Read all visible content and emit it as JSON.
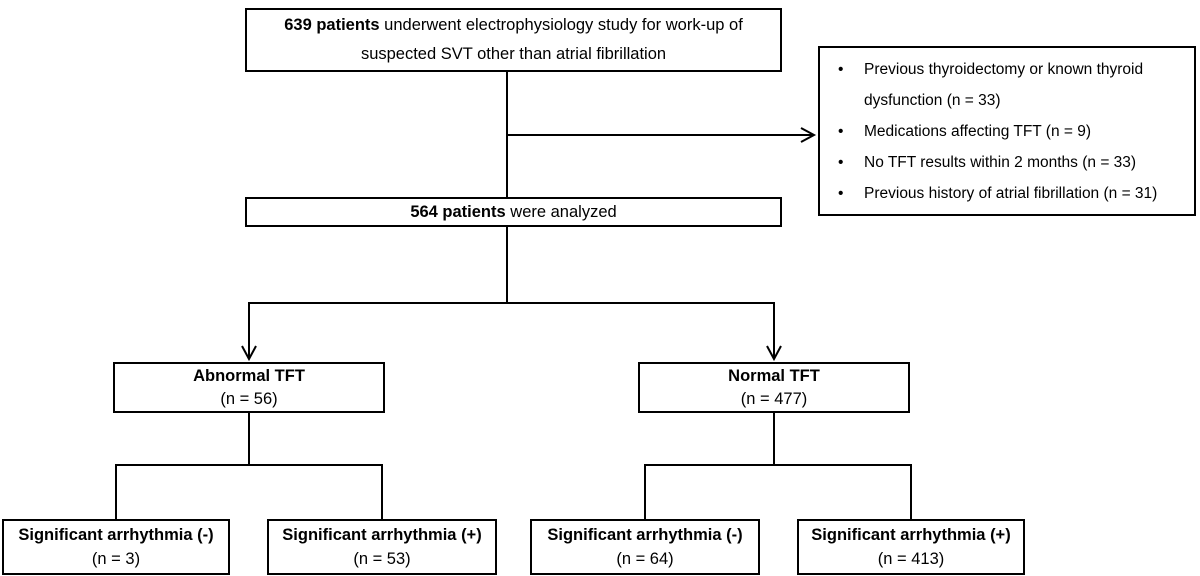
{
  "flow": {
    "enrollment": {
      "count": "639 patients",
      "line1_rest": " underwent electrophysiology study for work-up of",
      "line2": "suspected SVT other than atrial fibrillation"
    },
    "exclusions": {
      "bullet": "•",
      "items": [
        "Previous thyroidectomy or known thyroid dysfunction (n = 33)",
        "Medications affecting TFT (n = 9)",
        "No TFT results within 2 months (n = 33)",
        "Previous history of atrial fibrillation (n = 31)"
      ]
    },
    "analyzed": {
      "count": "564 patients",
      "rest": " were analyzed"
    },
    "branches": {
      "abnormal": {
        "title": "Abnormal TFT",
        "n": "(n = 56)"
      },
      "normal": {
        "title": "Normal TFT",
        "n": "(n = 477)"
      }
    },
    "outcomes": [
      {
        "title": "Significant arrhythmia (-)",
        "n": "(n = 3)"
      },
      {
        "title": "Significant arrhythmia (+)",
        "n": "(n = 53)"
      },
      {
        "title": "Significant arrhythmia (-)",
        "n": "(n = 64)"
      },
      {
        "title": "Significant arrhythmia (+)",
        "n": "(n = 413)"
      }
    ],
    "colors": {
      "line": "#000000",
      "border": "#000000",
      "text": "#000000",
      "background": "#ffffff"
    }
  }
}
